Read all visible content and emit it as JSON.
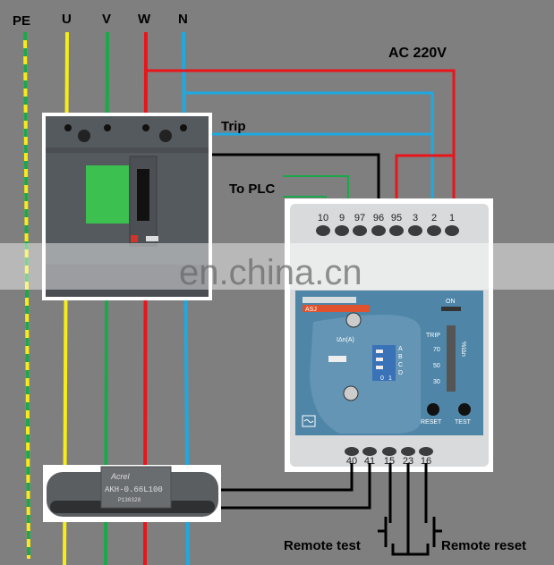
{
  "phases": {
    "pe": "PE",
    "u": "U",
    "v": "V",
    "w": "W",
    "n": "N"
  },
  "labels": {
    "supply": "AC 220V",
    "trip": "Trip",
    "plc": "To  PLC",
    "remote_test": "Remote test",
    "remote_reset": "Remote reset",
    "watermark": "en.china.cn"
  },
  "relay": {
    "top_terminals": [
      "10",
      "9",
      "97",
      "96",
      "95",
      "3",
      "2",
      "1"
    ],
    "bottom_terminals": [
      "40",
      "41",
      "15",
      "23",
      "16"
    ],
    "model": "ASJ",
    "on_label": "ON",
    "trip_label": "TRIP",
    "scale": [
      "70",
      "50",
      "30"
    ],
    "scale_unit": "%IΔn",
    "dip_letters": [
      "A",
      "B",
      "C",
      "D"
    ],
    "dip_values": [
      "0",
      "1"
    ],
    "dial_label": "IΔn(A)",
    "reset_label": "RESET",
    "test_label": "TEST"
  },
  "ct": {
    "brand": "Acrel",
    "model": "AKH-0.66L100",
    "serial": "P130328"
  },
  "colors": {
    "background": "#7f7f7f",
    "red": "#e8151b",
    "blue": "#1ea9e1",
    "green": "#1aa84a",
    "yellow": "#f5ec1a",
    "black": "#000000"
  }
}
